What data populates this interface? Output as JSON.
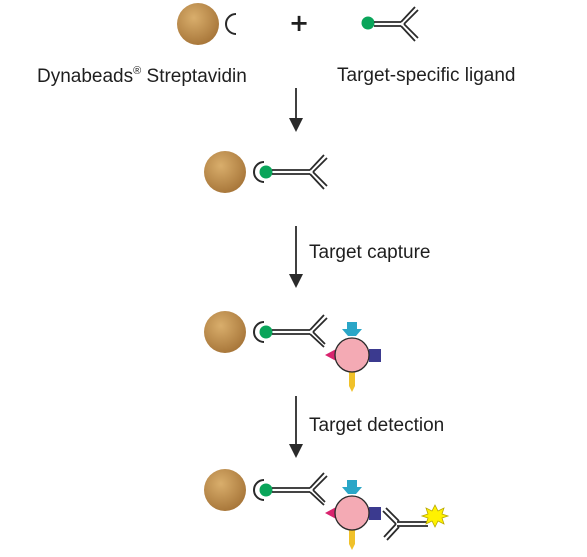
{
  "labels": {
    "bead_name": "Dynabeads",
    "bead_mark": "®",
    "bead_suffix": "Streptavidin",
    "ligand": "Target-specific ligand",
    "plus": "+",
    "step_capture": "Target capture",
    "step_detection": "Target detection"
  },
  "colors": {
    "bead": "#b8894a",
    "bead_light": "#d9ae6c",
    "biotin": "#0aa55a",
    "line": "#2a2a2a",
    "target_body": "#f4aab4",
    "target_top": "#2aa6c7",
    "target_left": "#d9246e",
    "target_right": "#3b3a8f",
    "target_bottom": "#f0c12a",
    "signal": "#fff200"
  }
}
